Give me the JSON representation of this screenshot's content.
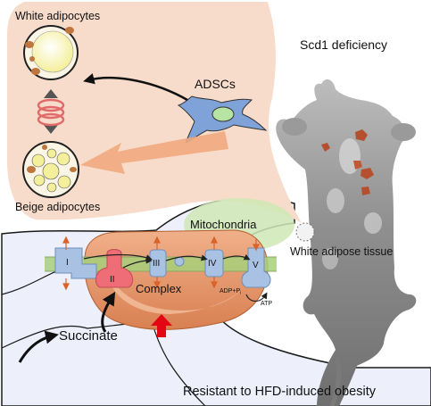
{
  "labels": {
    "white_adipocytes": "White adipocytes",
    "beige_adipocytes": "Beige adipocytes",
    "adscs": "ADSCs",
    "scd1_deficiency": "Scd1 deficiency",
    "mitochondria": "Mitochondria",
    "white_adipose_tissue": "White adipose tissue",
    "complex": "Complex",
    "succinate": "Succinate",
    "resistant": "Resistant to HFD-induced obesity",
    "adp_pi": "ADP+P",
    "adp_pi_subscript": "i",
    "atp": "ATP"
  },
  "complexes": {
    "c1": "I",
    "c2": "II",
    "c3": "III",
    "c4": "IV",
    "c5": "V"
  },
  "colors": {
    "beige_background": "#f8dccb",
    "ecm_fill": "#edf0fb",
    "mitochondria_body": "#e6a27b",
    "membrane_green": "#a6d07a",
    "complex_blue": "#a9c2e3",
    "complex_ii_red": "#ee6d76",
    "red_arrow": "#e30613",
    "mouse_gray": "#9a9a9a",
    "adscs_blue": "#7fa3d8",
    "adscs_nucleus": "#b7e4a3"
  }
}
